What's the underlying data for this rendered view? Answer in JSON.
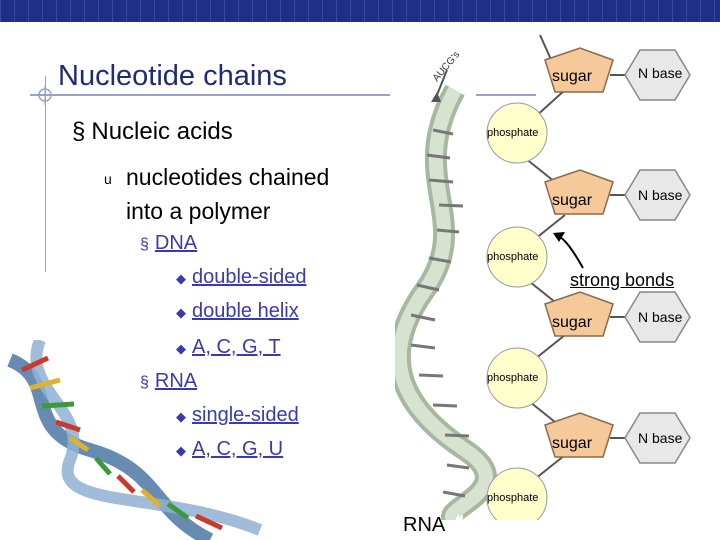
{
  "title": "Nucleotide chains",
  "bullets": {
    "l1": "Nucleic acids",
    "l2_line1": "nucleotides chained",
    "l2_line2": "into a polymer",
    "dna": "DNA",
    "dna_items": [
      "double-sided",
      "double helix",
      "A, C, G, T"
    ],
    "rna": "RNA",
    "rna_items": [
      "single-sided",
      "A, C, G, U"
    ]
  },
  "diagram": {
    "sugar_label": "sugar",
    "nbase_label": "N base",
    "phosphate_label": "phosphate",
    "strong_bonds": "strong bonds",
    "rna_label": "RNA",
    "strand_tag": "AUCG's"
  },
  "colors": {
    "title": "#1f2b78",
    "topbar": "#1f2f86",
    "sugar_fill": "#f5c99a",
    "nbase_fill": "#e8e8e8",
    "phosphate_fill": "#ffffcc"
  }
}
